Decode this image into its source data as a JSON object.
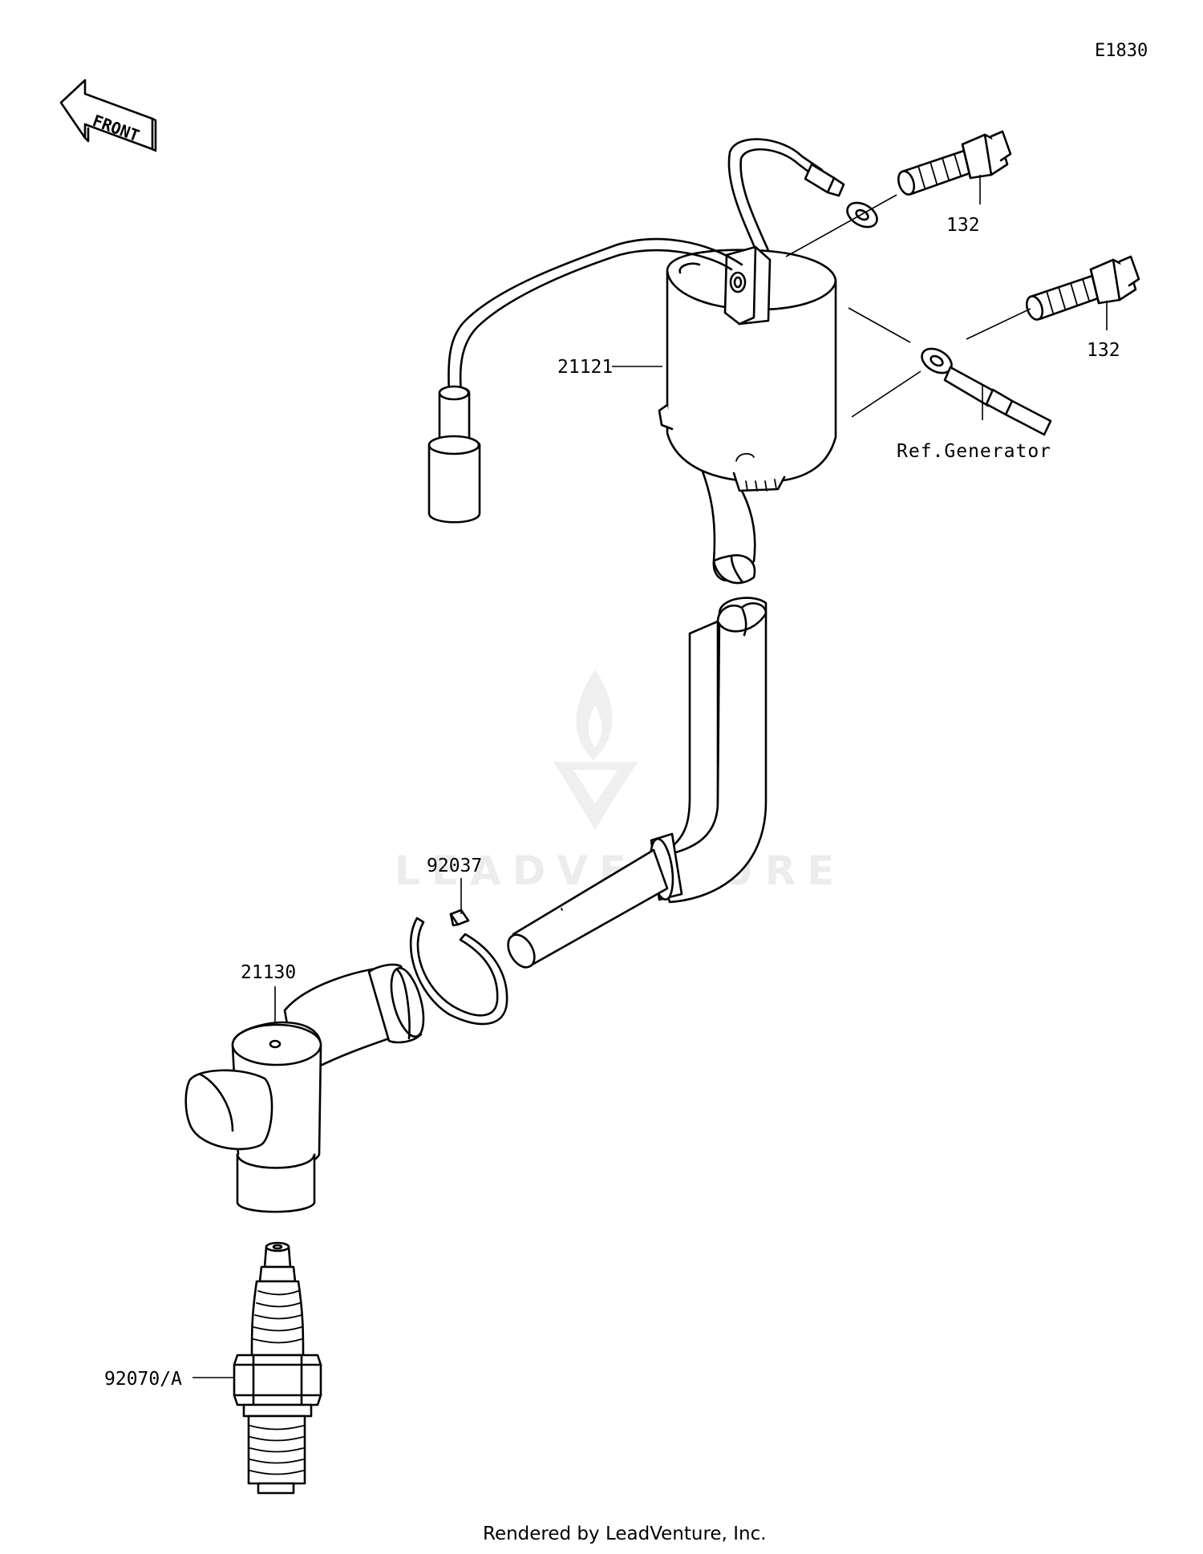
{
  "diagram_code": "E1830",
  "front_label": "FRONT",
  "watermark": "LEADVENTURE",
  "footer": "Rendered by LeadVenture, Inc.",
  "ref_note": "Ref.Generator",
  "callouts": {
    "ignition_coil": "21121",
    "bolt_upper": "132",
    "bolt_lower": "132",
    "band": "92037",
    "plug_cap": "21130",
    "spark_plug": "92070/A"
  },
  "colors": {
    "line": "#000000",
    "background": "#ffffff",
    "watermark": "#ececec"
  },
  "icons": [
    "front-arrow-icon",
    "leadventure-logo-icon"
  ]
}
